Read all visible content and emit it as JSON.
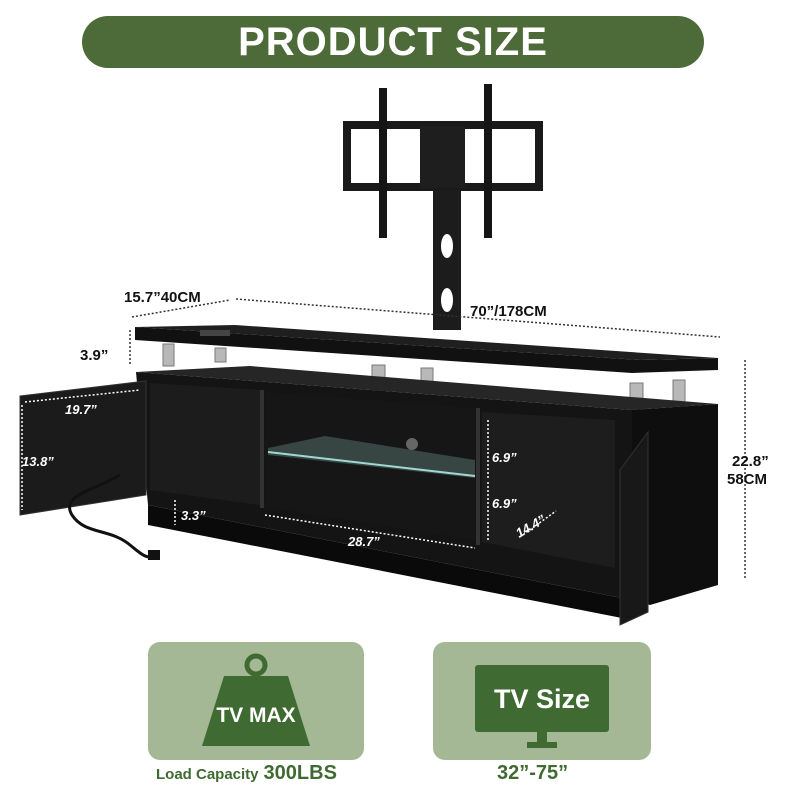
{
  "header": {
    "title": "PRODUCT SIZE"
  },
  "dimensions": {
    "depth": "15.7”40CM",
    "width": "70”/178CM",
    "top_thickness": "3.9”",
    "height_in": "22.8”",
    "height_cm": "58CM",
    "door_width": "19.7”",
    "door_height": "13.8”",
    "base_height": "3.3”",
    "shelf_upper": "6.9”",
    "shelf_lower": "6.9”",
    "cabinet_depth": "14.4”",
    "middle_width": "28.7”"
  },
  "features": {
    "load": {
      "badge": "TV MAX",
      "caption_label": "Load Capacity",
      "caption_value": "300LBS"
    },
    "tv_size": {
      "badge": "TV Size",
      "caption_value": "32”-75”"
    }
  },
  "colors": {
    "brand_green": "#4d6b38",
    "card_bg": "#a5b896",
    "badge_green": "#3f6a31"
  }
}
